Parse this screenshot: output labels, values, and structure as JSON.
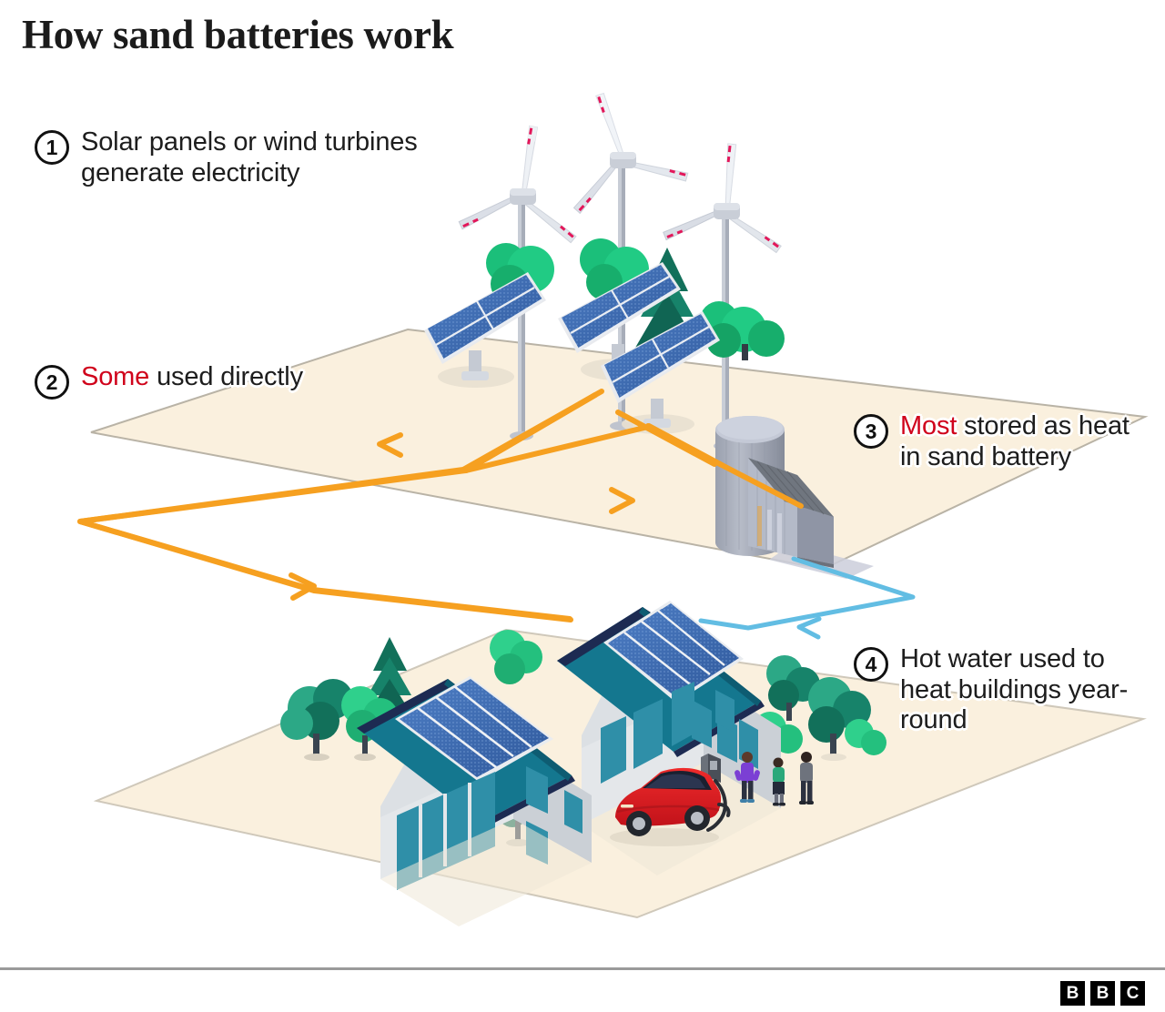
{
  "title": "How sand batteries work",
  "steps": [
    {
      "number": "1",
      "highlight": "",
      "text": "Solar panels or wind turbines generate electricity",
      "full": "Solar panels or wind turbines generate electricity"
    },
    {
      "number": "2",
      "highlight": "Some",
      "text": " used directly",
      "full": "Some used directly"
    },
    {
      "number": "3",
      "highlight": "Most",
      "text": " stored as heat in sand battery",
      "full": "Most stored as heat in sand battery"
    },
    {
      "number": "4",
      "highlight": "",
      "text": "Hot water used to heat buildings year-round",
      "full": "Hot water used to heat buildings year-round"
    }
  ],
  "footer": {
    "logo_letters": [
      "B",
      "B",
      "C"
    ]
  },
  "illustration": {
    "scene_elements": [
      "wind-turbine",
      "wind-turbine",
      "wind-turbine",
      "solar-panel-array",
      "solar-panel-array",
      "solar-panel-array",
      "pine-tree",
      "bush",
      "sand-battery-silo",
      "house",
      "house",
      "electric-car",
      "ev-charger",
      "person",
      "person",
      "person",
      "tree",
      "tree",
      "tree"
    ],
    "flow_lines": [
      {
        "name": "electricity-flow-orange",
        "color": "#F6A020",
        "label": "electricity"
      },
      {
        "name": "hot-water-flow-blue",
        "color": "#62BDE3",
        "label": "hot water"
      }
    ]
  },
  "colors": {
    "accent_red": "#d0021b",
    "orange_flow": "#F6A020",
    "blue_flow": "#62BDE3",
    "ground_cream": "#FAF0DE",
    "roof_teal": "#14778F",
    "panel_blue": "#3F6DB5",
    "car_red": "#E01F26",
    "silo_grey": "#A7ACBA",
    "text_dark": "#1d1d1d",
    "background": "#ffffff"
  }
}
